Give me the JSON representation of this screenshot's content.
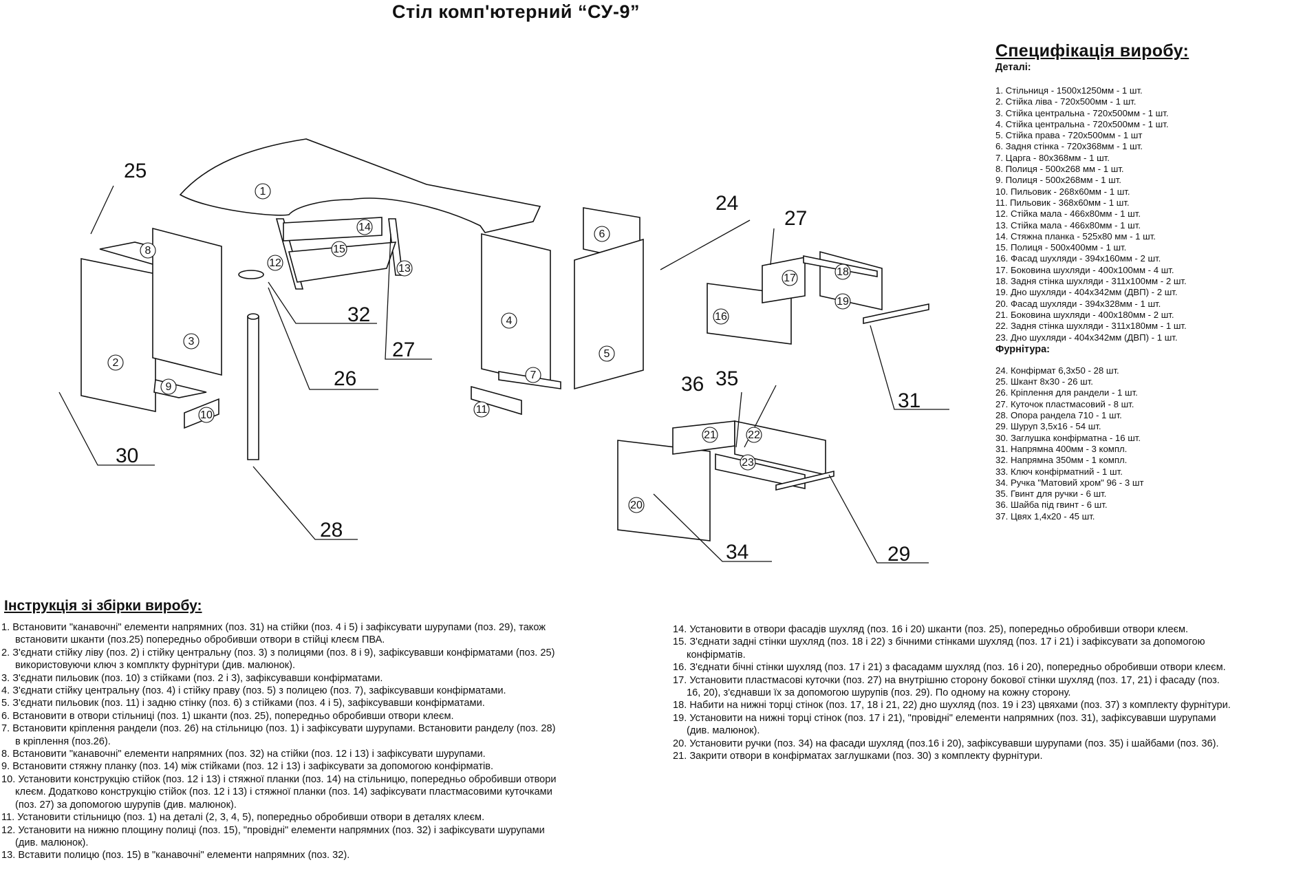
{
  "title": "Стіл комп'ютерний  “СУ-9”",
  "spec": {
    "title": "Специфікація виробу:",
    "details_label": "Деталі:",
    "details": [
      "1. Стільниця - 1500x1250мм - 1 шт.",
      "2. Стійка ліва - 720x500мм - 1 шт.",
      "3. Стійка центральна - 720x500мм - 1 шт.",
      "4. Стійка центральна - 720x500мм - 1 шт.",
      "5. Стійка права - 720x500мм - 1 шт",
      "6. Задня стінка - 720x368мм - 1 шт.",
      "7. Царга - 80x368мм - 1 шт.",
      "8. Полиця - 500x268 мм - 1 шт.",
      "9. Полиця - 500x268мм - 1 шт.",
      "10. Пильовик - 268x60мм - 1 шт.",
      "11. Пильовик - 368x60мм - 1 шт.",
      "12. Стійка мала - 466x80мм - 1 шт.",
      "13. Стійка мала - 466x80мм - 1 шт.",
      "14. Стяжна планка - 525x80 мм - 1 шт.",
      "15. Полиця - 500x400мм - 1 шт.",
      "16. Фасад шухляди - 394x160мм - 2 шт.",
      "17. Боковина шухляди - 400x100мм - 4 шт.",
      "18. Задня стінка шухляди - 311x100мм - 2 шт.",
      "19. Дно шухляди - 404x342мм (ДВП) - 2 шт.",
      "20. Фасад шухляди - 394x328мм - 1 шт.",
      "21. Боковина шухляди - 400x180мм - 2 шт.",
      "22. Задня стінка шухляди - 311x180мм - 1 шт.",
      "23. Дно шухляди - 404x342мм (ДВП) - 1 шт."
    ],
    "hardware_label": "Фурнітура:",
    "hardware": [
      "24. Конфірмат 6,3x50 - 28 шт.",
      "25. Шкант 8x30 - 26 шт.",
      "26. Кріплення для рандели - 1 шт.",
      "27. Куточок пластмасовий - 8 шт.",
      "28. Опора рандела 710 - 1 шт.",
      "29. Шуруп 3,5x16 - 54 шт.",
      "30. Заглушка конфірматна - 16 шт.",
      "31. Напрямна 400мм - 3 компл.",
      "32. Напрямна 350мм - 1 компл.",
      "33. Ключ конфірматний - 1 шт.",
      "34. Ручка \"Матовий хром\" 96 - 3 шт",
      "35. Гвинт для ручки - 6 шт.",
      "36. Шайба під гвинт - 6 шт.",
      "37. Цвях 1,4x20 - 45 шт."
    ]
  },
  "diagram": {
    "callouts": [
      "25",
      "24",
      "27",
      "32",
      "27",
      "26",
      "30",
      "28",
      "36",
      "35",
      "31",
      "34",
      "29"
    ],
    "positions": [
      "1",
      "2",
      "3",
      "4",
      "5",
      "6",
      "7",
      "8",
      "9",
      "10",
      "11",
      "12",
      "13",
      "14",
      "15",
      "16",
      "17",
      "18",
      "19",
      "20",
      "21",
      "22",
      "23"
    ]
  },
  "instructions": {
    "title": "Інструкція зі збірки виробу:",
    "left": [
      "1. Встановити \"канавочні\" елементи напрямних (поз. 31) на стійки (поз. 4 і 5) і зафіксувати шурупами (поз. 29), також",
      "    встановити шканти (поз.25) попередньо обробивши отвори в стійці клеєм ПВА.",
      "2. З'єднати стійку ліву (поз. 2) і стійку центральну (поз. 3) з полицями (поз. 8 і 9), зафіксувавши конфірматами (поз. 25)",
      "    використовуючи ключ з комплкту фурнітури (див. малюнок).",
      "3. З'єднати пильовик (поз. 10) з стійками (поз. 2 і 3), зафіксувавши конфірматами.",
      "4. З'єднати стійку центральну (поз. 4) і стійку праву (поз. 5) з полицею (поз. 7), зафіксувавши конфірматами.",
      "5. З'єднати пильовик (поз. 11) і задню стінку (поз. 6) з стійками (поз. 4 і 5), зафіксувавши конфірматами.",
      "6. Встановити в отвори стільниці (поз. 1) шканти (поз. 25), попередньо обробивши отвори клеєм.",
      "7. Встановити кріплення рандели (поз. 26) на стільницю (поз. 1) і зафіксувати шурупами. Встановити ранделу (поз. 28)",
      "    в кріплення (поз.26).",
      "8. Встановити \"канавочні\" елементи напрямних (поз. 32) на стійки (поз. 12 і 13) і зафіксувати шурупами.",
      "9. Встановити стяжну планку (поз. 14) між стійками (поз. 12 і 13) і зафіксувати за допомогою конфірматів.",
      "10. Установити конструкцію стійок (поз. 12 і 13) і стяжної планки (поз. 14) на стільницю, попередньо обробивши отвори",
      "    клеєм. Додатково конструкцію стійок (поз. 12 і 13) і стяжної планки (поз. 14) зафіксувати пластмасовими куточками",
      "    (поз. 27) за допомогою шурупів (див. малюнок).",
      "11. Установити стільницю (поз. 1) на деталі (2, 3, 4, 5), попередньо обробивши отвори в деталях клеєм.",
      "12. Установити на нижню площину полиці (поз. 15), \"провідні\" елементи напрямних (поз. 32) і зафіксувати шурупами",
      "    (див. малюнок).",
      "13. Вставити полицю (поз. 15) в \"канавочні\" елементи напрямних (поз. 32)."
    ],
    "right": [
      "14. Установити в отвори фасадів шухляд (поз. 16 і 20) шканти (поз. 25), попередньо обробивши отвори клеєм.",
      "15. З'єднати задні стінки шухляд (поз. 18 і 22) з бічними стінками шухляд (поз. 17 і 21) і зафіксувати за допомогою",
      "    конфірматів.",
      "16. З'єднати бічні стінки шухляд (поз. 17 і 21) з фасадамм шухляд (поз. 16 і 20), попередньо обробивши отвори клеєм.",
      "17. Установити пластмасові куточки (поз. 27) на внутрішню сторону бокової стінки шухляд (поз. 17, 21) і фасаду (поз.",
      "    16, 20), з'єднавши їх за допомогою шурупів (поз. 29). По одному на кожну сторону.",
      "18. Набити на нижні торці стінок (поз. 17, 18 і 21, 22) дно шухляд (поз. 19 і 23) цвяхами (поз. 37) з комплекту фурнітури.",
      "19. Установити на нижні торці стінок (поз. 17 і 21), \"провідні\" елементи напрямних (поз. 31), зафіксувавши шурупами",
      "    (див. малюнок).",
      "20. Установити ручки (поз. 34) на фасади шухляд (поз.16 і 20), зафіксувавши шурупами (поз. 35) і шайбами (поз. 36).",
      "21. Закрити отвори в конфірматах заглушками (поз. 30) з комплекту фурнітури."
    ]
  }
}
